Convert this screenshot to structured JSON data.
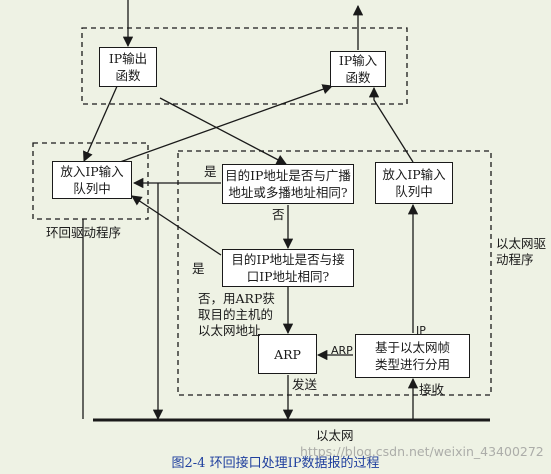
{
  "boxes": {
    "ip_output": "IP输出\n函数",
    "ip_input": "IP输入\n函数",
    "enqueue_loopback": "放入IP输入\n队列中",
    "is_broadcast": "目的IP地址是否与广播\n地址或多播地址相同?",
    "enqueue_ethernet": "放入IP输入\n队列中",
    "is_interface": "目的IP地址是否与接\n口IP地址相同?",
    "arp": "ARP",
    "demux": "基于以太网帧\n类型进行分用"
  },
  "labels": {
    "loopback_driver": "环回驱动程序",
    "ethernet_driver": "以太网驱\n动程序",
    "yes1": "是",
    "no1": "否",
    "yes2": "是",
    "no_arp": "否，用ARP获\n取目的主机的\n以太网地址",
    "ip": "IP",
    "arp_small": "ARP",
    "send": "发送",
    "receive": "接收",
    "ethernet": "以太网"
  },
  "caption": "图2-4   环回接口处理IP数据报的过程",
  "watermark": "https://blog.csdn.net/weixin_43400272",
  "colors": {
    "background": "#eef2e4",
    "caption": "#1f3f9e",
    "line": "#1a1a1a"
  }
}
